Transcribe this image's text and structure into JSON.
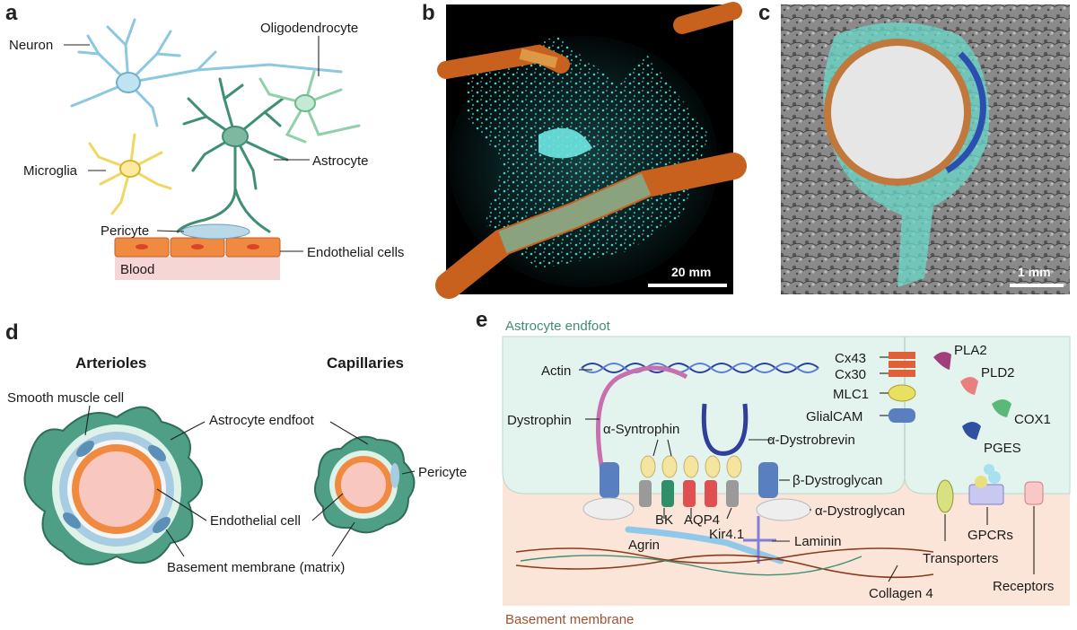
{
  "panels": {
    "a": {
      "letter": "a",
      "labels": {
        "neuron": "Neuron",
        "oligodendrocyte": "Oligodendrocyte",
        "microglia": "Microglia",
        "astrocyte": "Astrocyte",
        "pericyte": "Pericyte",
        "endothelial": "Endothelial cells",
        "blood": "Blood"
      }
    },
    "b": {
      "letter": "b",
      "scale_bar": "20 mm"
    },
    "c": {
      "letter": "c",
      "scale_bar": "1 mm"
    },
    "d": {
      "letter": "d",
      "titles": {
        "arterioles": "Arterioles",
        "capillaries": "Capillaries"
      },
      "labels": {
        "smooth_muscle": "Smooth muscle cell",
        "astrocyte_endfoot": "Astrocyte endfoot",
        "pericyte": "Pericyte",
        "endothelial": "Endothelial cell",
        "basement_membrane": "Basement membrane (matrix)"
      }
    },
    "e": {
      "letter": "e",
      "regions": {
        "top": "Astrocyte endfoot",
        "bottom": "Basement membrane"
      },
      "labels": {
        "actin": "Actin",
        "dystrophin": "Dystrophin",
        "syntrophin": "α-Syntrophin",
        "dystrobrevin": "α-Dystrobrevin",
        "b_dystroglycan": "β-Dystroglycan",
        "a_dystroglycan": "α-Dystroglycan",
        "bk": "BK",
        "aqp4": "AQP4",
        "kir": "Kir4.1",
        "agrin": "Agrin",
        "laminin": "Laminin",
        "collagen": "Collagen 4",
        "cx43": "Cx43",
        "cx30": "Cx30",
        "mlc1": "MLC1",
        "glialcam": "GlialCAM",
        "pla2": "PLA2",
        "pld2": "PLD2",
        "cox1": "COX1",
        "pges": "PGES",
        "transporters": "Transporters",
        "gpcrs": "GPCRs",
        "receptors": "Receptors"
      }
    }
  },
  "colors": {
    "neuron": "#8cc8e0",
    "astrocyte": "#3f8f73",
    "oligodendrocyte": "#8fd0a8",
    "microglia": "#f0d860",
    "endothelial": "#f08a40",
    "blood": "#f5d5d5",
    "endfoot_bg": "#e3f3ee",
    "membrane_bg": "#fae5d8",
    "cyan": "#47d7d0",
    "vessel_orange": "#d2691e"
  }
}
